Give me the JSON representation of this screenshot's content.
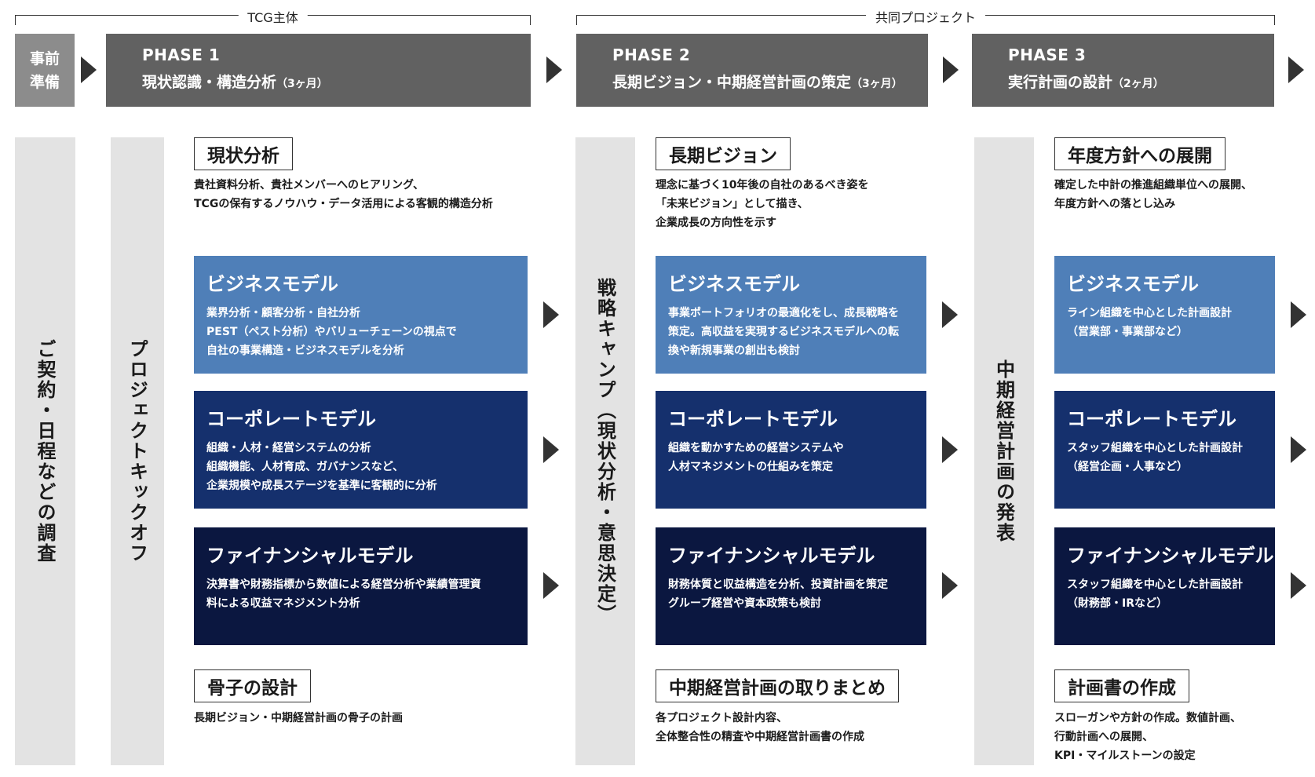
{
  "brackets": {
    "tcg": "TCG主体",
    "joint": "共同プロジェクト"
  },
  "prep": {
    "line1": "事前",
    "line2": "準備"
  },
  "phases": [
    {
      "title": "PHASE 1",
      "name": "現状認識・構造分析",
      "duration": "（3ヶ月）"
    },
    {
      "title": "PHASE 2",
      "name": "長期ビジョン・中期経営計画の策定",
      "duration": "（3ヶ月）"
    },
    {
      "title": "PHASE 3",
      "name": "実行計画の設計",
      "duration": "（2ヶ月）"
    }
  ],
  "columns": {
    "contract": "ご契約・日程などの調査",
    "kickoff": "プロジェクトキックオフ",
    "camp": "戦略キャンプ（現状分析・意思決定）",
    "announce": "中期経営計画の発表"
  },
  "phase1": {
    "top_label": "現状分析",
    "top_desc": "貴社資料分析、貴社メンバーへのヒアリング、\nTCGの保有するノウハウ・データ活用による客観的構造分析",
    "models": [
      {
        "title": "ビジネスモデル",
        "desc": "業界分析・顧客分析・自社分析\nPEST（ペスト分析）やバリューチェーンの視点で\n自社の事業構造・ビジネスモデルを分析"
      },
      {
        "title": "コーポレートモデル",
        "desc": "組織・人材・経営システムの分析\n組織機能、人材育成、ガバナンスなど、\n企業規模や成長ステージを基準に客観的に分析"
      },
      {
        "title": "ファイナンシャルモデル",
        "desc": "決算書や財務指標から数値による経営分析や業績管理資\n料による収益マネジメント分析"
      }
    ],
    "bottom_label": "骨子の設計",
    "bottom_desc": "長期ビジョン・中期経営計画の骨子の計画"
  },
  "phase2": {
    "top_label": "長期ビジョン",
    "top_desc": "理念に基づく10年後の自社のあるべき姿を\n「未来ビジョン」として描き、\n企業成長の方向性を示す",
    "models": [
      {
        "title": "ビジネスモデル",
        "desc": "事業ポートフォリオの最適化をし、成長戦略を\n策定。高収益を実現するビジネスモデルへの転\n換や新規事業の創出も検討"
      },
      {
        "title": "コーポレートモデル",
        "desc": "組織を動かすための経営システムや\n人材マネジメントの仕組みを策定"
      },
      {
        "title": "ファイナンシャルモデル",
        "desc": "財務体質と収益構造を分析、投資計画を策定\nグループ経営や資本政策も検討"
      }
    ],
    "bottom_label": "中期経営計画の取りまとめ",
    "bottom_desc": "各プロジェクト設計内容、\n全体整合性の精査や中期経営計画書の作成"
  },
  "phase3": {
    "top_label": "年度方針への展開",
    "top_desc": "確定した中計の推進組織単位への展開、\n年度方針への落とし込み",
    "models": [
      {
        "title": "ビジネスモデル",
        "desc": "ライン組織を中心とした計画設計\n（営業部・事業部など）"
      },
      {
        "title": "コーポレートモデル",
        "desc": "スタッフ組織を中心とした計画設計\n（経営企画・人事など）"
      },
      {
        "title": "ファイナンシャルモデル",
        "desc": "スタッフ組織を中心とした計画設計\n（財務部・IRなど）"
      }
    ],
    "bottom_label": "計画書の作成",
    "bottom_desc": "スローガンや方針の作成。数値計画、\n行動計画への展開、\nKPI・マイルストーンの設定"
  }
}
